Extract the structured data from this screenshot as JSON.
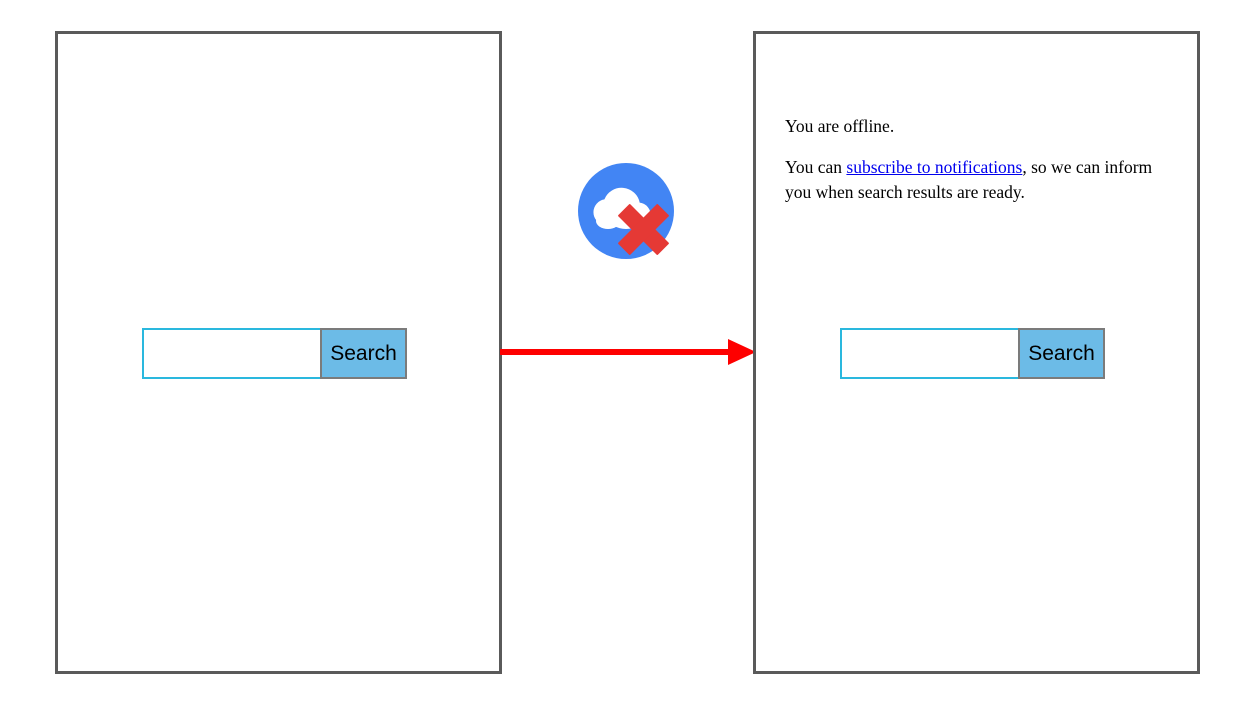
{
  "diagram": {
    "title": "Offline search transition",
    "colors": {
      "panel_border": "#5a5a5a",
      "input_border": "#2ab8de",
      "button_fill": "#6cbbe7",
      "button_border": "#7b7b7b",
      "cloud_circle": "#4285f4",
      "cloud_body": "#ffffff",
      "error_cross": "#e53935",
      "arrow": "#fe0000",
      "link": "#0000ee",
      "text": "#000000"
    }
  },
  "panel_before": {
    "name": "before-state-panel",
    "search": {
      "input_value": "",
      "input_placeholder": "",
      "button_label": "Search"
    }
  },
  "arrow": {
    "name": "transition-arrow",
    "direction": "right"
  },
  "cloud_icon": {
    "name": "cloud-offline-icon",
    "semantic": "cloud-offline-icon"
  },
  "panel_after": {
    "name": "after-state-panel",
    "message": {
      "line1": "You are offline.",
      "line2_prefix": "You can ",
      "link_label": "subscribe to notifications",
      "line2_suffix": ", so we can inform you when search results are ready."
    },
    "search": {
      "input_value": "",
      "input_placeholder": "",
      "button_label": "Search"
    }
  }
}
